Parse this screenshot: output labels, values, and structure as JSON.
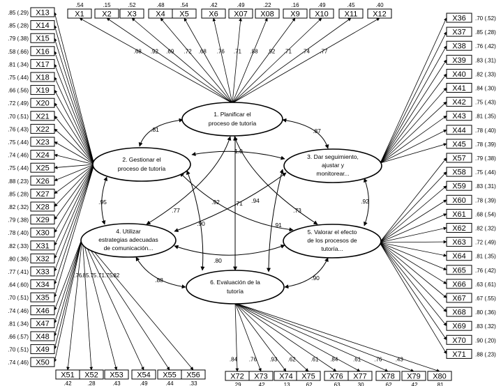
{
  "latents": [
    {
      "id": "F1",
      "lines": [
        "1. Planificar el",
        "proceso de tutoría"
      ]
    },
    {
      "id": "F2",
      "lines": [
        "2. Gestionar el",
        "proceso de tutoría"
      ]
    },
    {
      "id": "F3",
      "lines": [
        "3. Dar seguimiento,",
        "ajustar y",
        "monitorear..."
      ]
    },
    {
      "id": "F4",
      "lines": [
        "4. Utilizar",
        "estrategias adecuadas",
        "de comunicación..."
      ]
    },
    {
      "id": "F5",
      "lines": [
        "5. Valorar el efecto",
        "de los procesos de",
        "tutoría..."
      ]
    },
    {
      "id": "F6",
      "lines": [
        "6. Evaluación de la",
        "tutoría"
      ]
    }
  ],
  "indicators": [
    {
      "label": "X1",
      "factor": "F1",
      "loading": ".68",
      "r2": ".54"
    },
    {
      "label": "X2",
      "factor": "F1",
      "loading": ".92",
      "r2": ".15"
    },
    {
      "label": "X3",
      "factor": "F1",
      "loading": ".69",
      "r2": ".52"
    },
    {
      "label": "X4",
      "factor": "F1",
      "loading": ".72",
      "r2": ".48"
    },
    {
      "label": "X5",
      "factor": "F1",
      "loading": ".68",
      "r2": ".54"
    },
    {
      "label": "X6",
      "factor": "F1",
      "loading": ".76",
      "r2": ".42"
    },
    {
      "label": "X07",
      "factor": "F1",
      "loading": ".71",
      "r2": ".49"
    },
    {
      "label": "X08",
      "factor": "F1",
      "loading": ".88",
      "r2": ".22"
    },
    {
      "label": "X9",
      "factor": "F1",
      "loading": ".92",
      "r2": ".16"
    },
    {
      "label": "X10",
      "factor": "F1",
      "loading": ".71",
      "r2": ".49"
    },
    {
      "label": "X11",
      "factor": "F1",
      "loading": ".74",
      "r2": ".45"
    },
    {
      "label": "X12",
      "factor": "F1",
      "loading": ".77",
      "r2": ".40"
    },
    {
      "label": "X13",
      "factor": "F2",
      "r2": ".85 (.29)"
    },
    {
      "label": "X14",
      "factor": "F2",
      "r2": ".85 (.28)"
    },
    {
      "label": "X15",
      "factor": "F2",
      "r2": ".79 (.38)"
    },
    {
      "label": "X16",
      "factor": "F2",
      "r2": ".58 (.66)"
    },
    {
      "label": "X17",
      "factor": "F2",
      "r2": ".81 (.34)"
    },
    {
      "label": "X18",
      "factor": "F2",
      "r2": ".75 (.44)"
    },
    {
      "label": "X19",
      "factor": "F2",
      "r2": ".66 (.56)"
    },
    {
      "label": "X20",
      "factor": "F2",
      "r2": ".72 (.49)"
    },
    {
      "label": "X21",
      "factor": "F2",
      "r2": ".70 (.51)"
    },
    {
      "label": "X22",
      "factor": "F2",
      "r2": ".76 (.43)"
    },
    {
      "label": "X23",
      "factor": "F2",
      "r2": ".75 (.44)"
    },
    {
      "label": "X24",
      "factor": "F2",
      "r2": ".74 (.46)"
    },
    {
      "label": "X25",
      "factor": "F2",
      "r2": ".75 (.44)"
    },
    {
      "label": "X26",
      "factor": "F2",
      "r2": ".88 (.23)"
    },
    {
      "label": "X27",
      "factor": "F2",
      "r2": ".85 (.28)"
    },
    {
      "label": "X28",
      "factor": "F2",
      "r2": ".82 (.32)"
    },
    {
      "label": "X29",
      "factor": "F2",
      "r2": ".79 (.38)"
    },
    {
      "label": "X30",
      "factor": "F2",
      "r2": ".78 (.40)"
    },
    {
      "label": "X31",
      "factor": "F2",
      "r2": ".82 (.33)"
    },
    {
      "label": "X32",
      "factor": "F2",
      "r2": ".80 (.36)"
    },
    {
      "label": "X33",
      "factor": "F2",
      "r2": ".77 (.41)"
    },
    {
      "label": "X34",
      "factor": "F2",
      "r2": ".64 (.60)"
    },
    {
      "label": "X35",
      "factor": "F2",
      "r2": ".70 (.51)"
    },
    {
      "label": "X46",
      "factor": "F4",
      "r2": ".74 (.46)"
    },
    {
      "label": "X47",
      "factor": "F4",
      "r2": ".81 (.34)"
    },
    {
      "label": "X48",
      "factor": "F4",
      "r2": ".66 (.57)"
    },
    {
      "label": "X49",
      "factor": "F4",
      "r2": ".70 (.51)"
    },
    {
      "label": "X50",
      "factor": "F4",
      "r2": ".74 (.46)"
    },
    {
      "label": "X36",
      "factor": "F3",
      "r2": ".70 (.52)"
    },
    {
      "label": "X37",
      "factor": "F3",
      "r2": ".85 (.28)"
    },
    {
      "label": "X38",
      "factor": "F3",
      "r2": ".76 (.42)"
    },
    {
      "label": "X39",
      "factor": "F3",
      "r2": ".83 (.31)"
    },
    {
      "label": "X40",
      "factor": "F3",
      "r2": ".82 (.33)"
    },
    {
      "label": "X41",
      "factor": "F3",
      "r2": ".84 (.30)"
    },
    {
      "label": "X42",
      "factor": "F3",
      "r2": ".75 (.43)"
    },
    {
      "label": "X43",
      "factor": "F3",
      "r2": ".81 (.35)"
    },
    {
      "label": "X44",
      "factor": "F3",
      "r2": ".78 (.40)"
    },
    {
      "label": "X45",
      "factor": "F3",
      "r2": ".78 (.39)"
    },
    {
      "label": "X57",
      "factor": "F5",
      "r2": ".79 (.38)"
    },
    {
      "label": "X58",
      "factor": "F5",
      "r2": ".75 (.44)"
    },
    {
      "label": "X59",
      "factor": "F5",
      "r2": ".83 (.31)"
    },
    {
      "label": "X60",
      "factor": "F5",
      "r2": ".78 (.39)"
    },
    {
      "label": "X61",
      "factor": "F5",
      "r2": ".68 (.54)"
    },
    {
      "label": "X62",
      "factor": "F5",
      "r2": ".82 (.32)"
    },
    {
      "label": "X63",
      "factor": "F5",
      "r2": ".72 (.49)"
    },
    {
      "label": "X64",
      "factor": "F5",
      "r2": ".81 (.35)"
    },
    {
      "label": "X65",
      "factor": "F5",
      "r2": ".76 (.42)"
    },
    {
      "label": "X66",
      "factor": "F5",
      "r2": ".63 (.61)"
    },
    {
      "label": "X67",
      "factor": "F5",
      "r2": ".67 (.55)"
    },
    {
      "label": "X68",
      "factor": "F5",
      "r2": ".80 (.36)"
    },
    {
      "label": "X69",
      "factor": "F5",
      "r2": ".83 (.32)"
    },
    {
      "label": "X70",
      "factor": "F5",
      "r2": ".90 (.20)"
    },
    {
      "label": "X71",
      "factor": "F5",
      "r2": ".88 (.23)"
    },
    {
      "label": "X51",
      "factor": "F4",
      "loading": ".76",
      "r2": ".42"
    },
    {
      "label": "X52",
      "factor": "F4",
      "loading": ".85",
      "r2": ".28"
    },
    {
      "label": "X53",
      "factor": "F4",
      "loading": ".75",
      "r2": ".43"
    },
    {
      "label": "X54",
      "factor": "F4",
      "loading": ".71",
      "r2": ".49"
    },
    {
      "label": "X55",
      "factor": "F4",
      "loading": ".75",
      "r2": ".44"
    },
    {
      "label": "X56",
      "factor": "F4",
      "loading": ".82",
      "r2": ".33"
    },
    {
      "label": "X72",
      "factor": "F6",
      "loading": ".84",
      "r2": ".29"
    },
    {
      "label": "X73",
      "factor": "F6",
      "loading": ".76",
      "r2": ".42"
    },
    {
      "label": "X74",
      "factor": "F6",
      "loading": ".93",
      "r2": ".13"
    },
    {
      "label": "X75",
      "factor": "F6",
      "loading": ".62",
      "r2": ".62"
    },
    {
      "label": "X76",
      "factor": "F6",
      "loading": ".61",
      "r2": ".63"
    },
    {
      "label": "X77",
      "factor": "F6",
      "loading": ".84",
      "r2": ".30"
    },
    {
      "label": "X78",
      "factor": "F6",
      "loading": ".61",
      "r2": ".62"
    },
    {
      "label": "X79",
      "factor": "F6",
      "loading": ".76",
      "r2": ".42"
    },
    {
      "label": "X80",
      "factor": "F6",
      "loading": ".43",
      "r2": ".81"
    }
  ],
  "correlations": [
    {
      "pair": "F1-F2",
      "value": ".81"
    },
    {
      "pair": "F1-F3",
      "value": ".87"
    },
    {
      "pair": "F2-F3",
      "value": "1.0"
    },
    {
      "pair": "F2-F4",
      "value": ".95"
    },
    {
      "pair": "F3-F5",
      "value": ".92"
    },
    {
      "pair": "F4-F5",
      "value": ".80"
    },
    {
      "pair": "F4-F6",
      "value": ".88"
    },
    {
      "pair": "F5-F6",
      "value": ".90"
    },
    {
      "pair": "F1-F4",
      "value": ".77"
    },
    {
      "pair": "F1-F5",
      "value": ".73"
    },
    {
      "pair": "F1-F6",
      "value": ".71"
    },
    {
      "pair": "F2-F5",
      "value": ".92"
    },
    {
      "pair": "F2-F6",
      "value": ".90"
    },
    {
      "pair": "F3-F4",
      "value": ".94"
    },
    {
      "pair": "F3-F6",
      "value": ".91"
    }
  ]
}
